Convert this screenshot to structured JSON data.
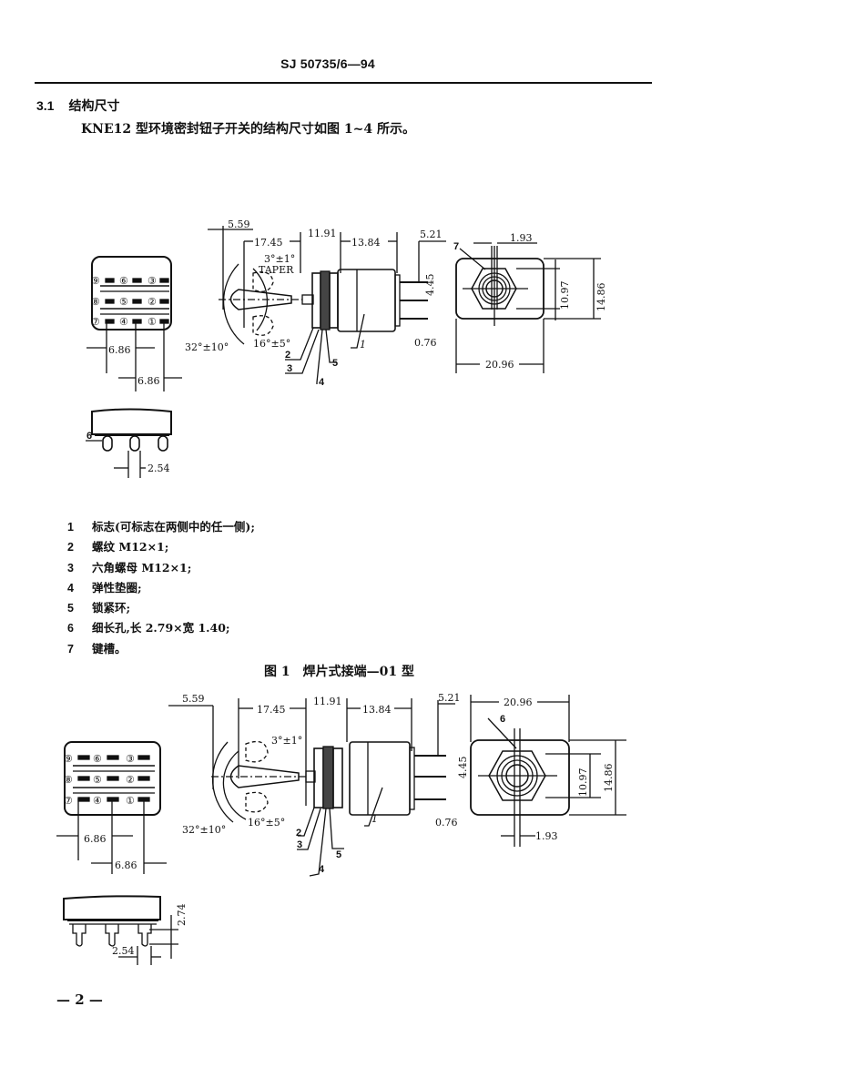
{
  "header": {
    "standard_number": "SJ 50735/6—94"
  },
  "section": {
    "number": "3.1",
    "title": "结构尺寸",
    "intro": "KNE12 型环境密封钮子开关的结构尺寸如图 1~4 所示。"
  },
  "figure1": {
    "caption": "图 1　焊片式接端—01 型",
    "terminal_numbers": [
      "⑨",
      "⑥",
      "③",
      "⑧",
      "⑤",
      "②",
      "⑦",
      "④",
      "①"
    ],
    "dims": {
      "pitch_a": "6.86",
      "pitch_b": "6.86",
      "lever_offset": "5.59",
      "lever_len": "17.45",
      "bushing": "11.91",
      "body": "13.84",
      "term_len": "5.21",
      "term_pitch": "4.45",
      "term_thick": "0.76",
      "keyway": "1.93",
      "width": "20.96",
      "hex": "10.97",
      "height": "14.86",
      "taper": "3°±1°",
      "taper_label": "TAPER",
      "angle_throw": "32°±10°",
      "angle_pos": "16°±5°",
      "solder_pitch": "2.54"
    },
    "callouts": [
      "1",
      "2",
      "3",
      "4",
      "5",
      "6",
      "7"
    ]
  },
  "notes": [
    {
      "num": "1",
      "text": "标志(可标志在两侧中的任一侧);"
    },
    {
      "num": "2",
      "text": "螺纹 M12×1;"
    },
    {
      "num": "3",
      "text": "六角螺母 M12×1;"
    },
    {
      "num": "4",
      "text": "弹性垫圈;"
    },
    {
      "num": "5",
      "text": "锁紧环;"
    },
    {
      "num": "6",
      "text": "细长孔,长 2.79×宽 1.40;"
    },
    {
      "num": "7",
      "text": "键槽。"
    }
  ],
  "figure2": {
    "dims": {
      "lever_offset": "5.59",
      "lever_len": "17.45",
      "bushing": "11.91",
      "body": "13.84",
      "term_len": "5.21",
      "width": "20.96",
      "term_pitch": "4.45",
      "hex": "10.97",
      "height": "14.86",
      "term_thick": "0.76",
      "keyway": "1.93",
      "taper": "3°±1°",
      "angle_throw": "32°±10°",
      "angle_pos": "16°±5°",
      "pitch_a": "6.86",
      "pitch_b": "6.86",
      "pin_len": "2.74",
      "pin_pitch": "2.54"
    },
    "terminal_numbers": [
      "⑨",
      "⑥",
      "③",
      "⑧",
      "⑤",
      "②",
      "⑦",
      "④",
      "①"
    ],
    "callouts": [
      "1",
      "2",
      "3",
      "4",
      "5",
      "6"
    ]
  },
  "footer": {
    "page": "— 2 —"
  }
}
